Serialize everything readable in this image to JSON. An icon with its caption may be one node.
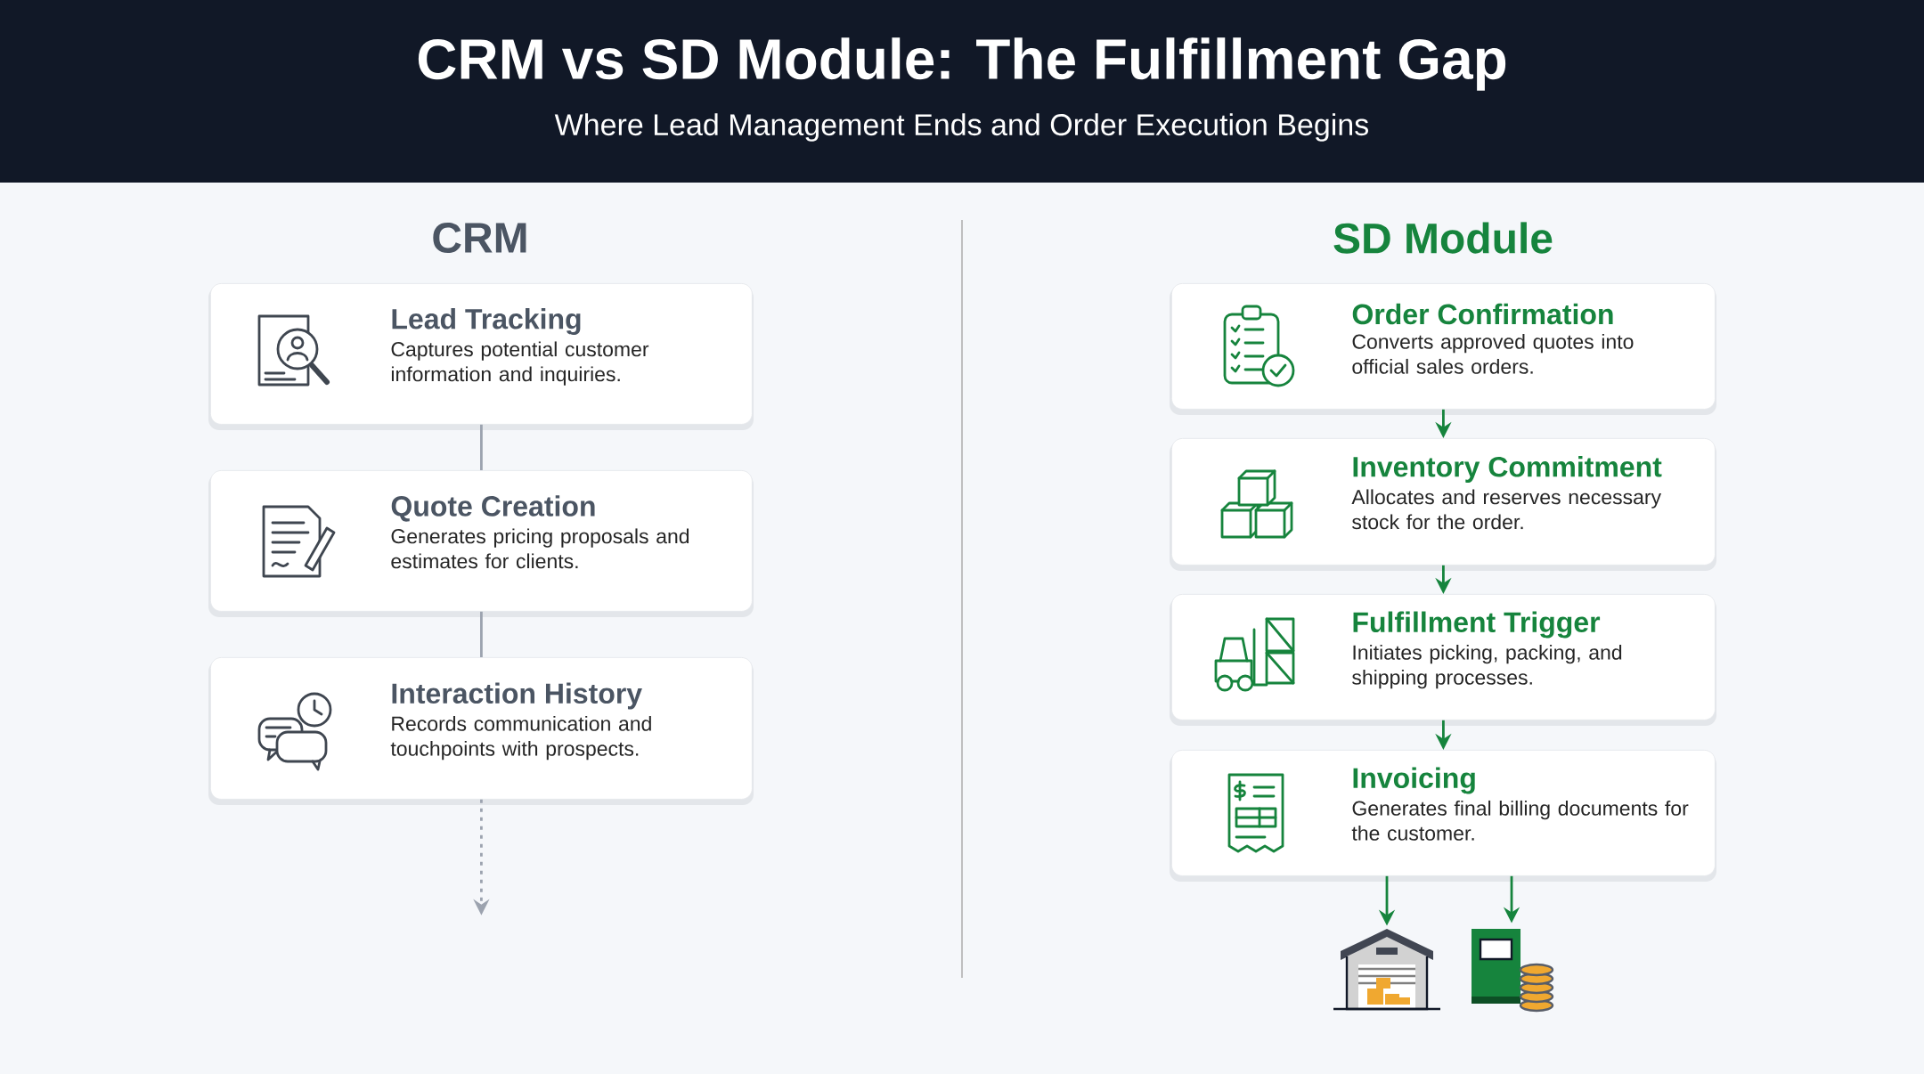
{
  "diagram": {
    "title": "CRM vs SD Module: The Fulfillment Gap",
    "nodes": [
      {
        "text": [
          "Lead Tracking",
          "Captures potential customer information and inquiries."
        ]
      },
      {
        "text": [
          "Quote Creation",
          "Generates pricing proposals and estimates for clients."
        ]
      },
      {
        "text": [
          "Interaction History",
          "Records communication and touchpoints with prospects."
        ]
      },
      {
        "text": [
          "Order Confirmation",
          "Converts approved quotes into official sales orders."
        ]
      },
      {
        "text": [
          "Inventory Commitment",
          "Allocates and reserves necessary stock for the order."
        ]
      },
      {
        "text": [
          "Fulfillment Trigger",
          "Initiates picking, packing, and shipping processes."
        ]
      },
      {
        "text": [
          "Invoicing",
          "Generates final billing documents for the customer."
        ]
      },
      {
        "text": [],
        "shape": "picture"
      },
      {
        "text": [],
        "shape": "picture"
      }
    ],
    "edges": [
      {
        "from": 0,
        "to": 1,
        "arrow": "none",
        "color": "#9ca3af"
      },
      {
        "from": 1,
        "to": 2,
        "arrow": "none",
        "color": "#9ca3af"
      },
      {
        "from": 2,
        "to": null,
        "arrow": "to",
        "style": "dashed",
        "color": "#9ca3af"
      },
      {
        "from": 3,
        "to": 4,
        "arrow": "to"
      },
      {
        "from": 4,
        "to": 5,
        "arrow": "to"
      },
      {
        "from": 5,
        "to": 6,
        "arrow": "to"
      },
      {
        "from": 6,
        "to": 7,
        "arrow": "to"
      },
      {
        "from": 6,
        "to": 8,
        "arrow": "to"
      }
    ],
    "labels": [
      "Where Lead Management Ends and Order Execution Begins",
      "CRM",
      "SD Module"
    ]
  }
}
